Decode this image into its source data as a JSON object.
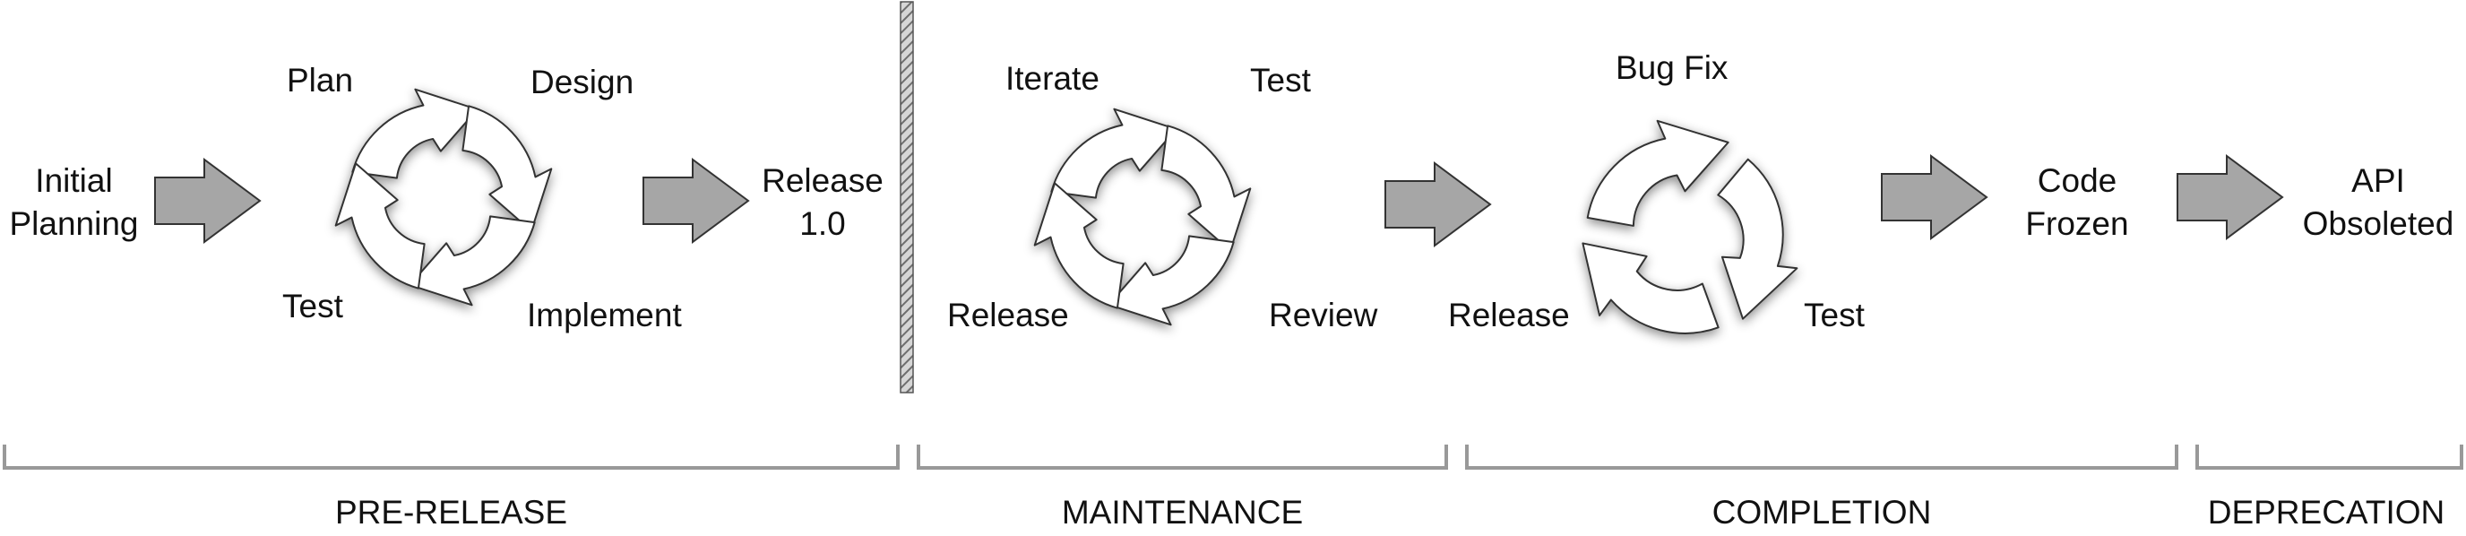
{
  "pre_release": {
    "start_label": "Initial Planning",
    "cycle": {
      "plan": "Plan",
      "design": "Design",
      "implement": "Implement",
      "test": "Test"
    },
    "end_label": "Release 1.0"
  },
  "maintenance": {
    "cycle": {
      "iterate": "Iterate",
      "test": "Test",
      "review": "Review",
      "release": "Release"
    }
  },
  "completion": {
    "cycle": {
      "bug_fix": "Bug Fix",
      "test": "Test",
      "release": "Release"
    },
    "end_label": "Code Frozen"
  },
  "deprecation": {
    "end_label": "API Obsoleted"
  },
  "phases": {
    "pre_release": "PRE-RELEASE",
    "maintenance": "MAINTENANCE",
    "completion": "COMPLETION",
    "deprecation": "DEPRECATION"
  },
  "colors": {
    "arrow_fill": "#a6a6a6",
    "stroke": "#333333",
    "bracket": "#999999",
    "divider": "#8c8c8c"
  }
}
